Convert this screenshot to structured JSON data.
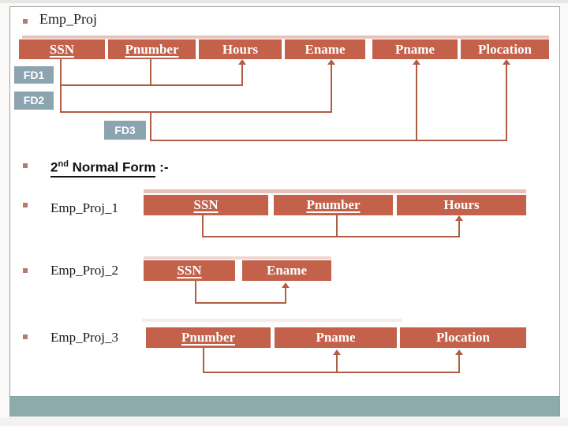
{
  "title": "Emp_Proj",
  "colors": {
    "attribute_box": "#c3614b",
    "fd_label_box": "#8ca3b0",
    "dependency_line": "#b35c44",
    "footer_band": "#8cabaa",
    "bullet": "#b87a68"
  },
  "relation": {
    "name": "Emp_Proj",
    "attributes": [
      {
        "label": "SSN",
        "key": true
      },
      {
        "label": "Pnumber",
        "key": true
      },
      {
        "label": "Hours",
        "key": false
      },
      {
        "label": "Ename",
        "key": false
      },
      {
        "label": "Pname",
        "key": false
      },
      {
        "label": "Plocation",
        "key": false
      }
    ],
    "fds": [
      {
        "label": "FD1",
        "determinants": [
          "SSN",
          "Pnumber"
        ],
        "dependents": [
          "Hours"
        ]
      },
      {
        "label": "FD2",
        "determinants": [
          "SSN"
        ],
        "dependents": [
          "Ename"
        ]
      },
      {
        "label": "FD3",
        "determinants": [
          "Pnumber"
        ],
        "dependents": [
          "Pname",
          "Plocation"
        ]
      }
    ]
  },
  "heading": {
    "number": "2",
    "ordinal": "nd",
    "rest": " Normal Form",
    "suffix": " :-"
  },
  "decomposition": {
    "relations": [
      {
        "name": "Emp_Proj_1",
        "attributes": [
          {
            "label": "SSN",
            "key": true
          },
          {
            "label": "Pnumber",
            "key": true
          },
          {
            "label": "Hours",
            "key": false
          }
        ]
      },
      {
        "name": "Emp_Proj_2",
        "attributes": [
          {
            "label": "SSN",
            "key": true
          },
          {
            "label": "Ename",
            "key": false
          }
        ]
      },
      {
        "name": "Emp_Proj_3",
        "attributes": [
          {
            "label": "Pnumber",
            "key": true
          },
          {
            "label": "Pname",
            "key": false
          },
          {
            "label": "Plocation",
            "key": false
          }
        ]
      }
    ]
  }
}
